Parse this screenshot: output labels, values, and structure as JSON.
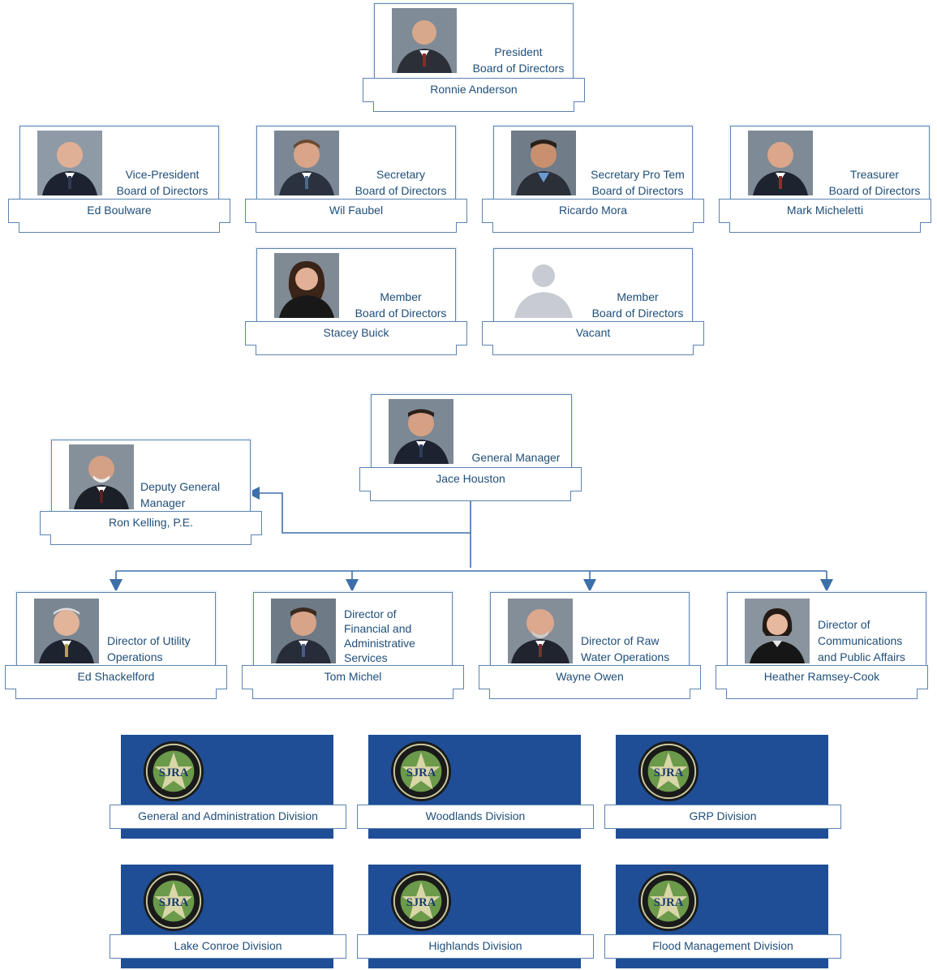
{
  "board": {
    "president": {
      "title_1": "President",
      "title_2": "Board of Directors",
      "name": "Ronnie Anderson"
    },
    "vice_president": {
      "title_1": "Vice-President",
      "title_2": "Board of Directors",
      "name": "Ed Boulware"
    },
    "secretary": {
      "title_1": "Secretary",
      "title_2": "Board of Directors",
      "name": "Wil Faubel"
    },
    "secretary_pro_tem": {
      "title_1": "Secretary Pro Tem",
      "title_2": "Board of Directors",
      "name": "Ricardo Mora"
    },
    "treasurer": {
      "title_1": "Treasurer",
      "title_2": "Board of Directors",
      "name": "Mark Micheletti"
    },
    "member_1": {
      "title_1": "Member",
      "title_2": "Board of Directors",
      "name": "Stacey Buick"
    },
    "member_2": {
      "title_1": "Member",
      "title_2": "Board of Directors",
      "name": "Vacant"
    }
  },
  "management": {
    "general_manager": {
      "title_1": "General Manager",
      "name": "Jace Houston"
    },
    "deputy_general_manager": {
      "title_1": "Deputy General",
      "title_2": "Manager",
      "name": "Ron Kelling, P.E."
    }
  },
  "directors": {
    "utility_operations": {
      "title_1": "Director of Utility",
      "title_2": "Operations",
      "name": "Ed Shackelford"
    },
    "financial": {
      "title_1": "Director of",
      "title_2": "Financial and",
      "title_3": "Administrative",
      "title_4": "Services",
      "name": "Tom Michel"
    },
    "raw_water": {
      "title_1": "Director of Raw",
      "title_2": "Water Operations",
      "name": "Wayne Owen"
    },
    "communications": {
      "title_1": "Director of",
      "title_2": "Communications",
      "title_3": "and Public Affairs",
      "name": "Heather Ramsey-Cook"
    }
  },
  "divisions": {
    "seal_text": "SJRA",
    "general_admin": "General and Administration Division",
    "woodlands": "Woodlands Division",
    "grp": "GRP Division",
    "lake_conroe": "Lake Conroe Division",
    "highlands": "Highlands Division",
    "flood_management": "Flood Management  Division"
  },
  "colors": {
    "text": "#1f4e79",
    "border": "#5b84b1",
    "connector": "#3d6fa8",
    "division_panel": "#1f4e96",
    "seal_green": "#6a9a4a"
  },
  "icons": {
    "portrait": "person-photo-icon",
    "placeholder": "person-silhouette-icon",
    "seal": "sjra-seal-icon"
  }
}
